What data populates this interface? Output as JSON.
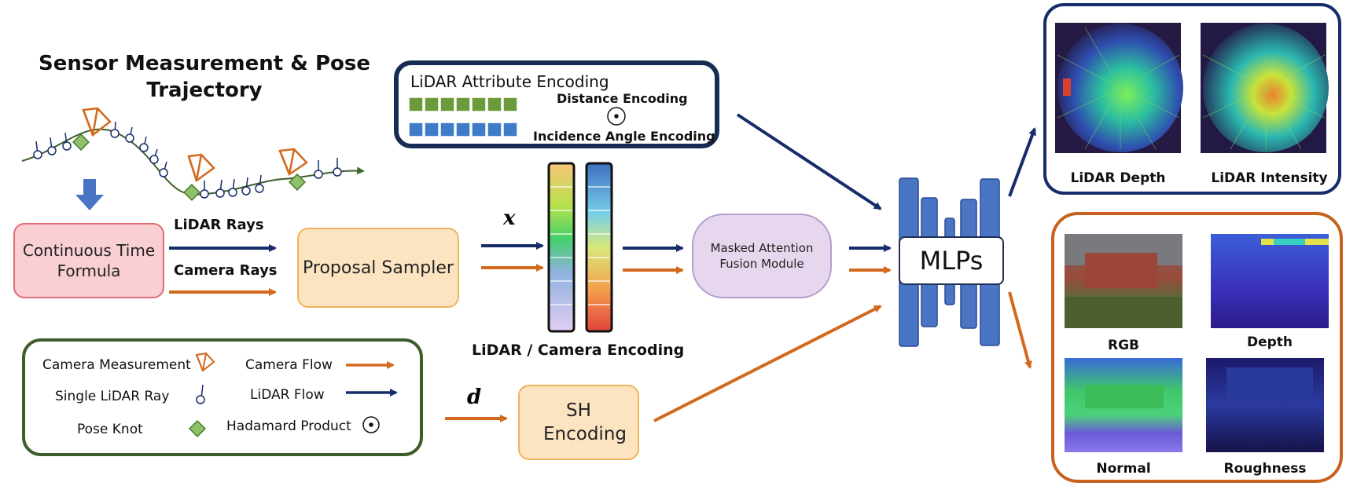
{
  "title": "Sensor Measurement & Pose Trajectory",
  "continuous_time": "Continuous Time Formula",
  "lidar_rays": "LiDAR Rays",
  "camera_rays": "Camera Rays",
  "proposal_sampler": "Proposal Sampler",
  "x_symbol": "x",
  "d_symbol": "d",
  "lidar_camera_encoding": "LiDAR / Camera Encoding",
  "attr_encoding": {
    "title": "LiDAR Attribute Encoding",
    "distance": "Distance Encoding",
    "product_symbol": "⊙",
    "incidence": "Incidence Angle Encoding"
  },
  "masked_attention": "Masked Attention Fusion Module",
  "mlps": "MLPs",
  "sh_encoding": "SH Encoding",
  "legend": {
    "camera_measurement": "Camera Measurement",
    "single_lidar_ray": "Single LiDAR Ray",
    "pose_knot": "Pose Knot",
    "camera_flow": "Camera Flow",
    "lidar_flow": "LiDAR Flow",
    "hadamard": "Hadamard Product"
  },
  "lidar_outputs": {
    "depth": "LiDAR Depth",
    "intensity": "LiDAR Intensity"
  },
  "camera_outputs": {
    "rgb": "RGB",
    "depth": "Depth",
    "normal": "Normal",
    "roughness": "Roughness"
  },
  "colors": {
    "lidar_flow": "#172c6b",
    "camera_flow": "#d2691e",
    "pose_knot": "#8fc06a",
    "mlp_blue": "#4a74c4"
  }
}
